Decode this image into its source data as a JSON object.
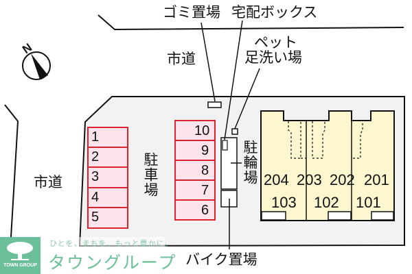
{
  "map": {
    "title": "敷地配置図",
    "compass": {
      "label": "N",
      "icon": "north-arrow-icon"
    },
    "roads": [
      {
        "id": "road-north",
        "label": "市道"
      },
      {
        "id": "road-west",
        "label": "市道"
      }
    ],
    "callouts": {
      "garbage": "ゴミ置場",
      "delivery_box": "宅配ボックス",
      "pet_wash_line1": "ペット",
      "pet_wash_line2": "足洗い場",
      "motorbike": "バイク置場",
      "bicycle": "駐輪場",
      "parking": "駐車場"
    },
    "parking_spaces_left": [
      "1",
      "2",
      "3",
      "4",
      "5"
    ],
    "parking_spaces_right": [
      "10",
      "9",
      "8",
      "7",
      "6"
    ],
    "units_upper": [
      "204",
      "203",
      "202",
      "201"
    ],
    "units_lower": [
      "103",
      "102",
      "101"
    ],
    "colors": {
      "lot": "#f2f2f2",
      "parking_fill": "#fde4ec",
      "parking_stroke": "#d9232f",
      "building_fill": "#fdf6cf",
      "brand": "#6bbf99"
    }
  },
  "branding": {
    "logo_text": "TOWN GROUP",
    "tagline": "ひとを、まちを、もっと豊かに。",
    "name": "タウングループ"
  }
}
